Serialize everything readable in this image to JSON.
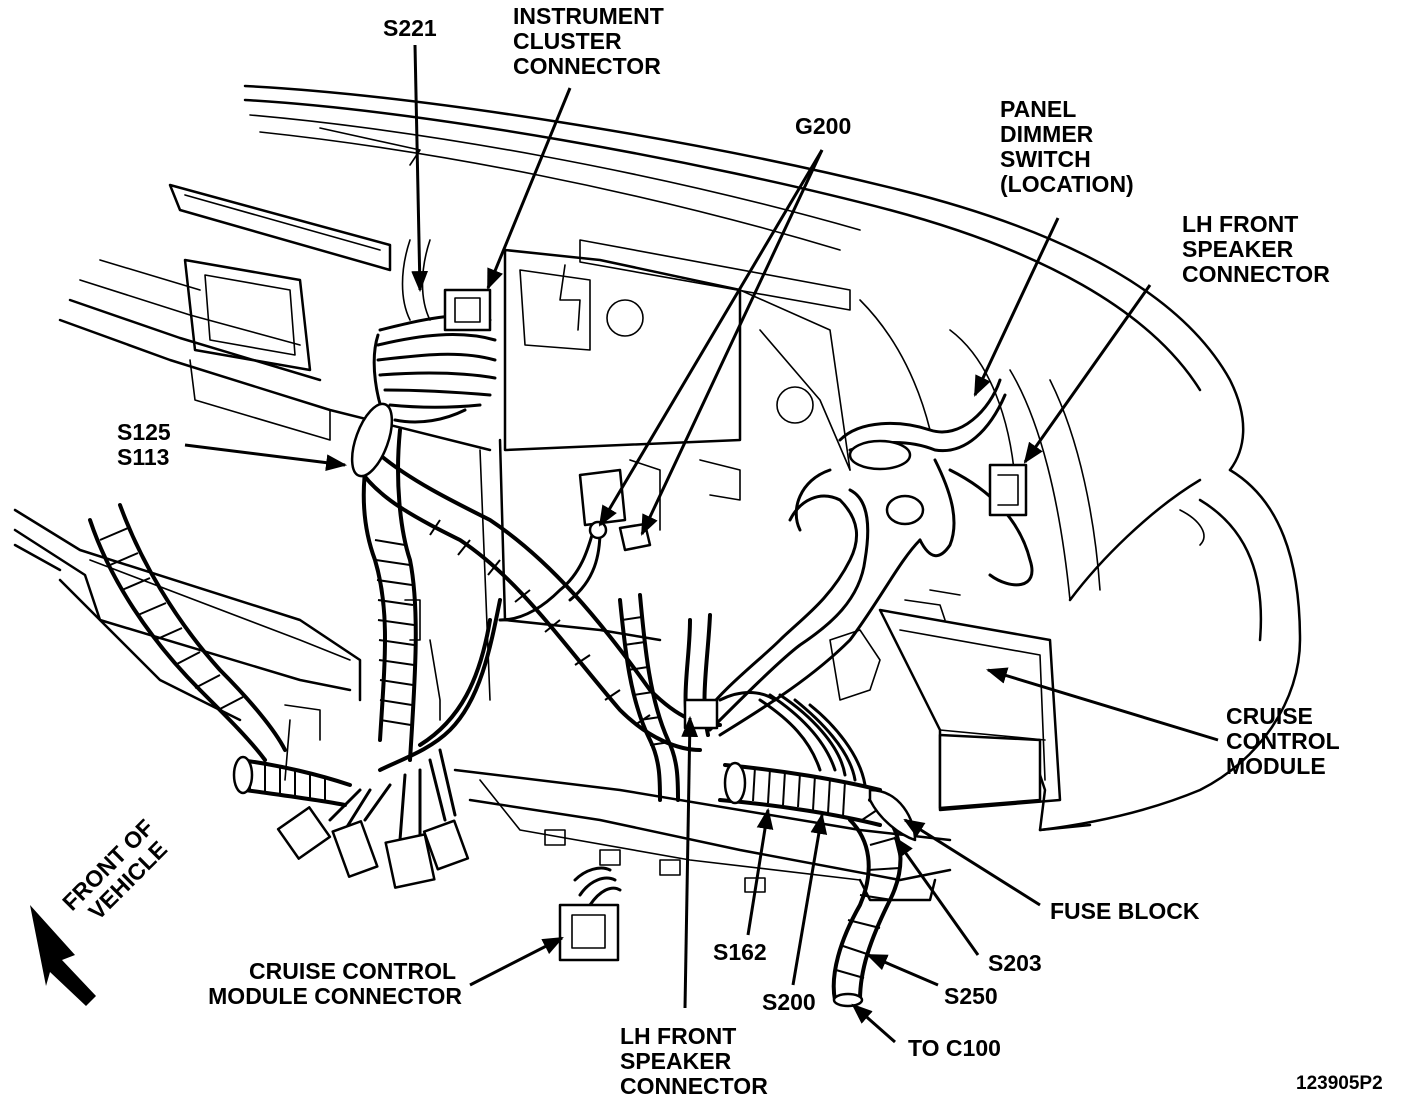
{
  "labels": {
    "s221": "S221",
    "instrument_cluster": [
      "INSTRUMENT",
      "CLUSTER",
      "CONNECTOR"
    ],
    "g200": "G200",
    "panel_dimmer": [
      "PANEL",
      "DIMMER",
      "SWITCH",
      "(LOCATION)"
    ],
    "lh_speaker_top": [
      "LH FRONT",
      "SPEAKER",
      "CONNECTOR"
    ],
    "s125": "S125",
    "s113": "S113",
    "cruise_module": [
      "CRUISE",
      "CONTROL",
      "MODULE"
    ],
    "front_of_vehicle": [
      "FRONT OF",
      "VEHICLE"
    ],
    "fuse_block": "FUSE BLOCK",
    "s162": "S162",
    "s203": "S203",
    "s200": "S200",
    "s250": "S250",
    "cruise_connector": [
      "CRUISE CONTROL",
      "MODULE CONNECTOR"
    ],
    "lh_speaker_bottom": [
      "LH FRONT",
      "SPEAKER",
      "CONNECTOR"
    ],
    "to_c100": "TO C100",
    "figure_id": "123905P2"
  }
}
